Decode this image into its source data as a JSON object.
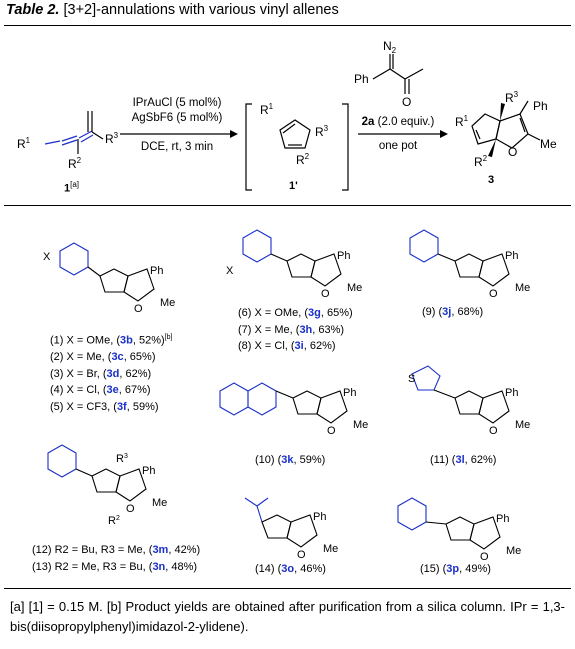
{
  "title": {
    "label": "Table 2.",
    "text": " [3+2]-annulations with various vinyl allenes"
  },
  "scheme": {
    "start_label": "1",
    "start_sup": "[a]",
    "intermediate_label": "1'",
    "product_label": "3",
    "cond1": [
      "IPrAuCl (5 mol%)",
      "AgSbF6 (5 mol%)",
      "DCE, rt, 3 min"
    ],
    "cond2_reagent": "2a",
    "cond2_equiv": " (2.0 equiv.)",
    "cond2_bottom": "one pot",
    "atoms": {
      "R1": "R1",
      "R2": "R2",
      "R3": "R3",
      "Ph": "Ph",
      "Me": "Me",
      "O": "O",
      "N2": "N2"
    }
  },
  "entries": {
    "group1": [
      {
        "num": "(1) X = OMe, (",
        "id": "3b",
        "yield": ", 52%)",
        "sup": "[b]"
      },
      {
        "num": "(2) X = Me, (",
        "id": "3c",
        "yield": ", 65%)"
      },
      {
        "num": "(3) X = Br, (",
        "id": "3d",
        "yield": ", 62%)"
      },
      {
        "num": "(4) X = Cl, (",
        "id": "3e",
        "yield": ", 67%)"
      },
      {
        "num": "(5) X = CF3, (",
        "id": "3f",
        "yield": ", 59%)"
      }
    ],
    "group2": [
      {
        "num": "(6) X = OMe, (",
        "id": "3g",
        "yield": ", 65%)"
      },
      {
        "num": "(7) X = Me, (",
        "id": "3h",
        "yield": ", 63%)"
      },
      {
        "num": "(8) X = Cl, (",
        "id": "3i",
        "yield": ", 62%)"
      }
    ],
    "e9": {
      "num": "(9) (",
      "id": "3j",
      "yield": ", 68%)"
    },
    "e10": {
      "num": "(10) (",
      "id": "3k",
      "yield": ", 59%)"
    },
    "e11": {
      "num": "(11) (",
      "id": "3l",
      "yield": ", 62%)"
    },
    "group12": [
      {
        "num": "(12) R2 = Bu, R3 = Me, (",
        "id": "3m",
        "yield": ", 42%)"
      },
      {
        "num": "(13) R2 = Me, R3 = Bu, (",
        "id": "3n",
        "yield": ", 48%)"
      }
    ],
    "e14": {
      "num": "(14) (",
      "id": "3o",
      "yield": ", 46%)"
    },
    "e15": {
      "num": "(15) (",
      "id": "3p",
      "yield": ", 49%)"
    }
  },
  "footnote": "[a] [1] = 0.15 M. [b] Product yields are obtained after purification from a silica column. IPr = 1,3-bis(diisopropylphenyl)imidazol-2-ylidene).",
  "colors": {
    "accent_blue": "#1a2fc9",
    "text": "#000000"
  }
}
